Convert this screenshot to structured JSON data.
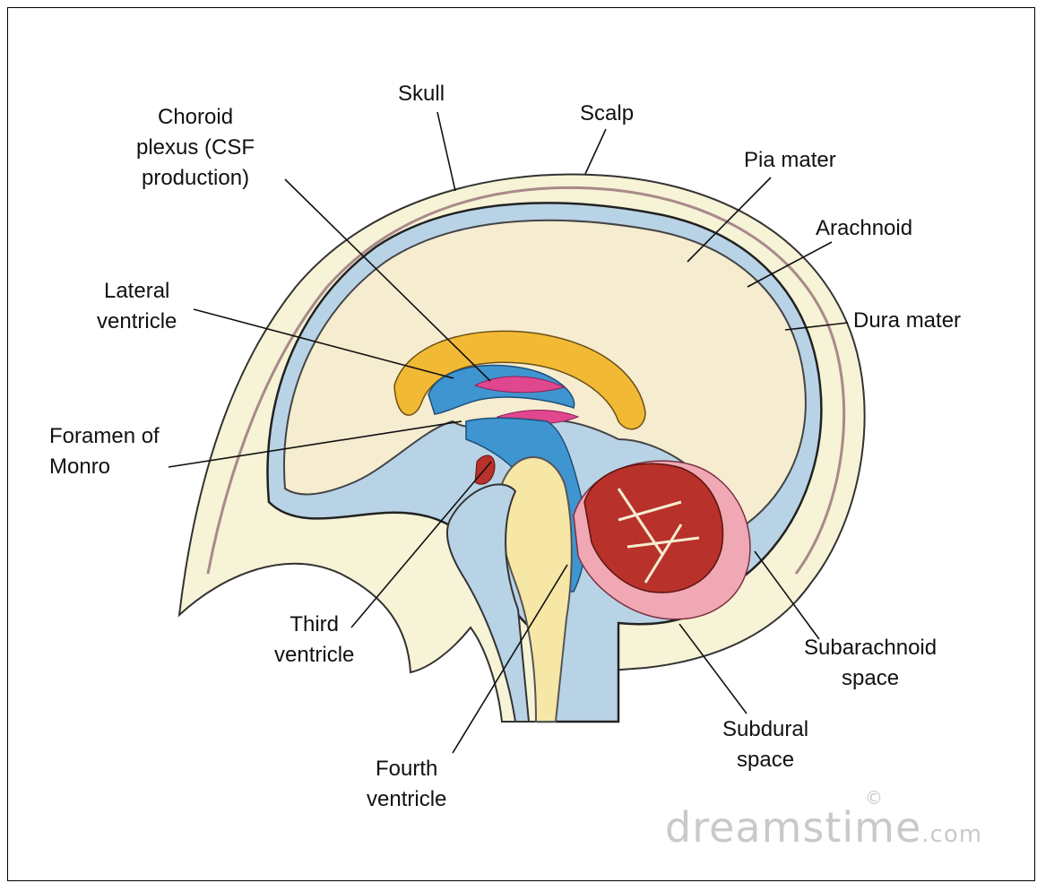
{
  "labels": {
    "skull": "Skull",
    "scalp": "Scalp",
    "choroid_plexus": "Choroid\nplexus (CSF\nproduction)",
    "pia_mater": "Pia mater",
    "arachnoid": "Arachnoid",
    "lateral_ventricle": "Lateral\nventricle",
    "dura_mater": "Dura mater",
    "foramen_of_monro": "Foramen of\nMonro",
    "third_ventricle": "Third\nventricle",
    "subarachnoid_space": "Subarachnoid\nspace",
    "subdural_space": "Subdural\nspace",
    "fourth_ventricle": "Fourth\nventricle"
  },
  "watermark": {
    "text": "dreamstime",
    "suffix": ".com",
    "copyright": "©"
  },
  "colors": {
    "scalp_fill": "#f7f3d6",
    "csf_blue": "#b9d3e6",
    "brain_fill": "#f6ecd0",
    "corpus_callosum": "#f2b935",
    "ventricle": "#3f95cf",
    "cerebellum": "#b8312a",
    "choroid": "#e0478e"
  }
}
